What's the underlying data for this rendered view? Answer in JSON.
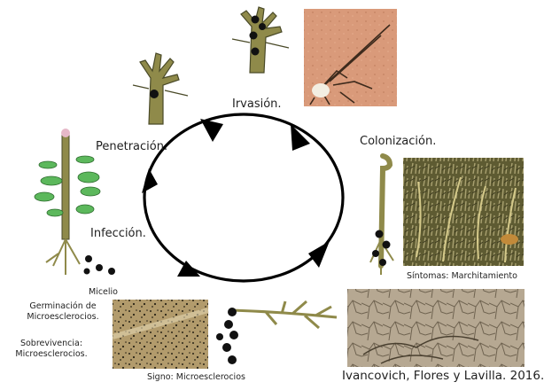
{
  "colors": {
    "cycle": "#000000",
    "plant_stem": "#8f8a4a",
    "plant_outline": "#4a4a28",
    "leaf_green": "#5cb85c",
    "sclerotia": "#111111",
    "soil_photo": "#d99a7a",
    "field_photo": "#6d6a3a",
    "cracked_soil": "#b0a28e",
    "microsclerotia_photo": "#a48c5c"
  },
  "stages": {
    "invasion": "Irvasión.",
    "colonization": "Colonización.",
    "penetration": "Penetración.",
    "infection": "Infección."
  },
  "notes": {
    "mycelium": "Micelio",
    "germination_line1": "Germinación de",
    "germination_line2": "Microesclerocios.",
    "survival_line1": "Sobrevivencia:",
    "survival_line2": "Microesclerocios.",
    "symptoms": "Síntomas: Marchitamiento",
    "sign": "Signo: Microesclerocios"
  },
  "credit": "Ivancovich, Flores y Lavilla. 2016.",
  "icons": [
    "cycle-arrow-icon",
    "healthy-plant-icon",
    "wilted-plant-icon",
    "root-tip-icon",
    "infected-root-icon",
    "sclerotia-dot-icon"
  ]
}
